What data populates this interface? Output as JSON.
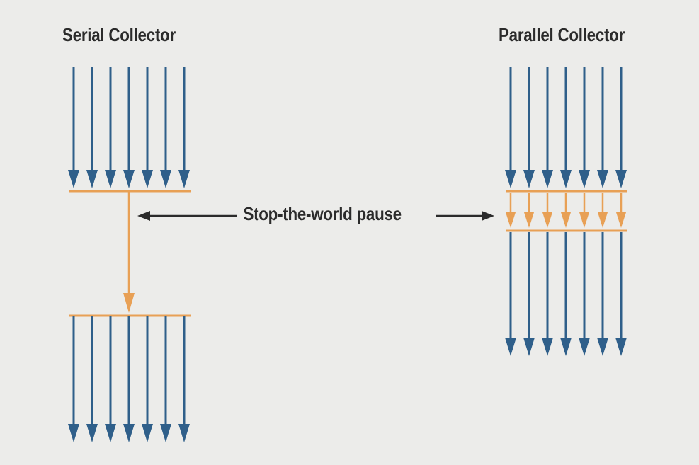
{
  "serial": {
    "title": "Serial Collector"
  },
  "parallel": {
    "title": "Parallel Collector"
  },
  "pause_label": "Stop-the-world pause",
  "colors": {
    "background": "#ececea",
    "thread_arrow": "#2f5f8a",
    "gc_arrow": "#e8a055",
    "text": "#2b2b2b"
  },
  "diagram": {
    "serial_app_threads": 7,
    "serial_gc_threads": 1,
    "parallel_app_threads": 7,
    "parallel_gc_threads": 7
  }
}
